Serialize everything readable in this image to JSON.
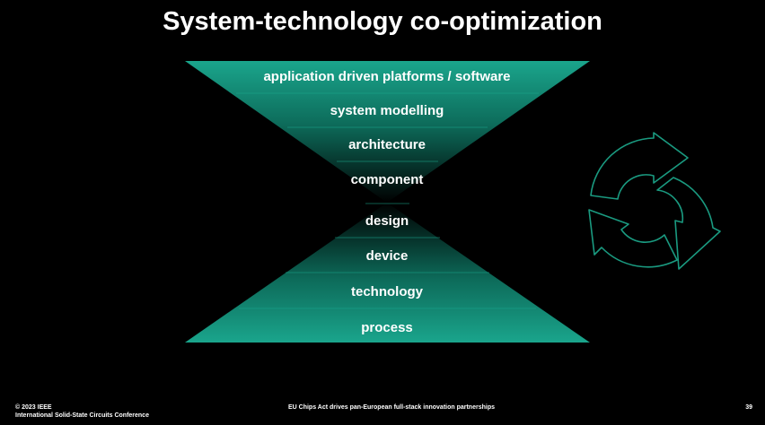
{
  "slide": {
    "title": "System-technology co-optimization"
  },
  "hourglass": {
    "layers": [
      "application driven platforms / software",
      "system modelling",
      "architecture",
      "component",
      "design",
      "device",
      "technology",
      "process"
    ]
  },
  "cycle_icon": {
    "icon": "circular-arrows-icon",
    "color": "#1a9a80"
  },
  "colors": {
    "background": "#000000",
    "accent": "#169b85",
    "text": "#ffffff"
  },
  "footer": {
    "copyright": "© 2023 IEEE",
    "conference": "International Solid-State Circuits Conference",
    "center_text": "EU Chips Act drives pan-European full-stack innovation partnerships",
    "page_number": "39"
  }
}
